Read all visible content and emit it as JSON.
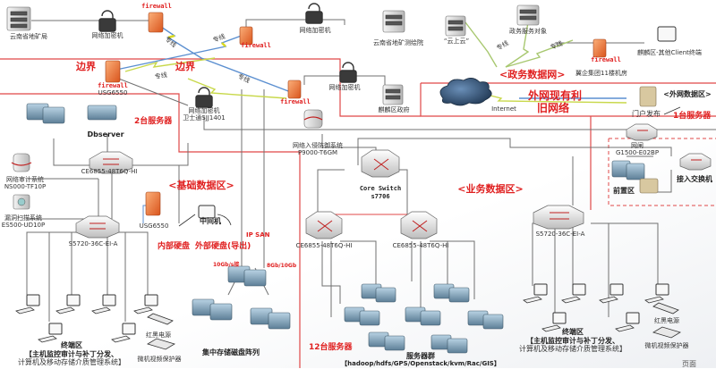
{
  "diagram": {
    "zones": {
      "boundary_left": "边界",
      "boundary_right": "边界",
      "gov_network": "<政务数据网>",
      "gov_network_location": "翼企集团11楼机房",
      "external_zone": "<外网数据区>",
      "basic_zone": "<基础数据区>",
      "business_zone": "<业务数据区>",
      "external_net_note_line1": "外网现有利",
      "external_net_note_line2": "旧网络"
    },
    "top_nodes": {
      "yn_mining_bureau": "云南省地矿局",
      "encryptor_1": "网络加密机",
      "firewall_label": "firewall",
      "yn_survey_institute": "云南省地矿测绘院",
      "encryptor_2": "网络加密机",
      "cloud_on_cloud": "“云上云”",
      "gov_service_target": "政务服务对象",
      "district_gov": "麒麟区政府",
      "encryptor_3": "网络加密机",
      "other_client": "麒麟区-其他Client终端",
      "left_firewall_model": "USG6550",
      "encryptor_4_line1": "网络加密机",
      "encryptor_4_line2": "卫士通SJJ1401",
      "internet": "Internet",
      "portal": "门户发布",
      "external_servers": "1台服务器"
    },
    "dedicated_line": "专线",
    "basic_zone": {
      "dbserver": "Dbserver",
      "servers_count": "2台服务器",
      "switch_top": "CE6855-48T6Q-HI",
      "audit_system_line1": "网络审计系统",
      "audit_system_line2": "NS000-TF10P",
      "vuln_scan_line1": "漏洞扫描系统",
      "vuln_scan_line2": "ES500-UD10P",
      "firewall_model": "USG6550",
      "switch_access": "S5720-36C-EI-A",
      "intermediate_pc": "中间机",
      "internal_disk": "内部硬盘",
      "external_disk": "外部硬盘(导出)",
      "ip_san": "IP SAN",
      "link_speed_left": "10Gb/s接",
      "link_speed_right": "8Gb/10Gb",
      "storage_array": "集中存储磁盘阵列",
      "terminal_area": "终端区",
      "terminal_desc_line1": "【主机监控审计与补丁分发、",
      "terminal_desc_line2": "计算机及移动存储介质管理系统】",
      "infrared_power": "红黑电源",
      "video_protector": "微机视频保护器"
    },
    "core": {
      "ips_line1": "网络入侵防御系统",
      "ips_line2": "P9000-T6GM",
      "core_switch_line1": "Core Switch",
      "core_switch_line2": "s7706",
      "gatekeeper_line1": "网闸",
      "gatekeeper_line2": "G1500-E02BP",
      "access_switch": "接入交换机",
      "front_zone": "前置区"
    },
    "business_zone": {
      "switch_left": "CE6855-48T6Q-HI",
      "switch_right": "CE6855-48T6Q-HI",
      "servers_count": "12台服务器",
      "server_group": "服务器群",
      "server_group_desc": "【hadoop/hdfs/GPS/Openstack/kvm/Rac/GIS】",
      "switch_access": "S5720-36C-EI-A",
      "terminal_area": "终端区",
      "terminal_desc_line1": "【主机监控审计与补丁分发、",
      "terminal_desc_line2": "计算机及移动存储介质管理系统】",
      "infrared_power": "红黑电源",
      "video_protector": "微机视频保护器"
    },
    "footer": {
      "page_label": "页面"
    },
    "colors": {
      "zone_border": "#e04040",
      "label_red": "#e02020",
      "firewall": "#f07a3a",
      "dedicated_line": "#c8d84a",
      "link_blue": "#5b8fd0",
      "wire": "#707070"
    }
  }
}
